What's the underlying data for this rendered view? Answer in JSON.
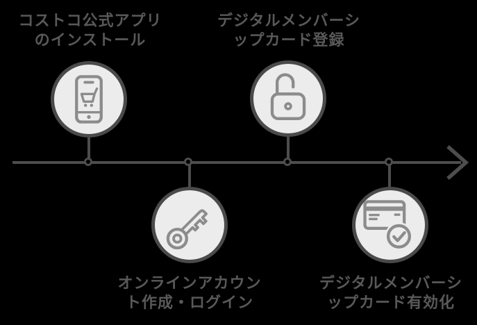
{
  "diagram": {
    "type": "horizontal-timeline-process",
    "arrow_direction": "left-to-right",
    "colors": {
      "background": "#000000",
      "label_text": "#595959",
      "timeline_line": "#4d4d4d",
      "circle_fill": "#ececec",
      "circle_border": "#4a4a4a",
      "icon_stroke": "#8c8c8c"
    }
  },
  "steps": [
    {
      "order": 1,
      "label_line1": "コストコ公式アプリ",
      "label_line2": "のインストール",
      "icon": "smartphone-cart-icon",
      "placement": "above-line"
    },
    {
      "order": 2,
      "label_line1": "オンラインアカウン",
      "label_line2": "ト作成・ログイン",
      "icon": "key-icon",
      "placement": "below-line"
    },
    {
      "order": 3,
      "label_line1": "デジタルメンバーシ",
      "label_line2": "ップカード登録",
      "icon": "unlocked-padlock-icon",
      "placement": "above-line"
    },
    {
      "order": 4,
      "label_line1": "デジタルメンバーシ",
      "label_line2": "ップカード有効化",
      "icon": "credit-card-check-icon",
      "placement": "below-line"
    }
  ]
}
